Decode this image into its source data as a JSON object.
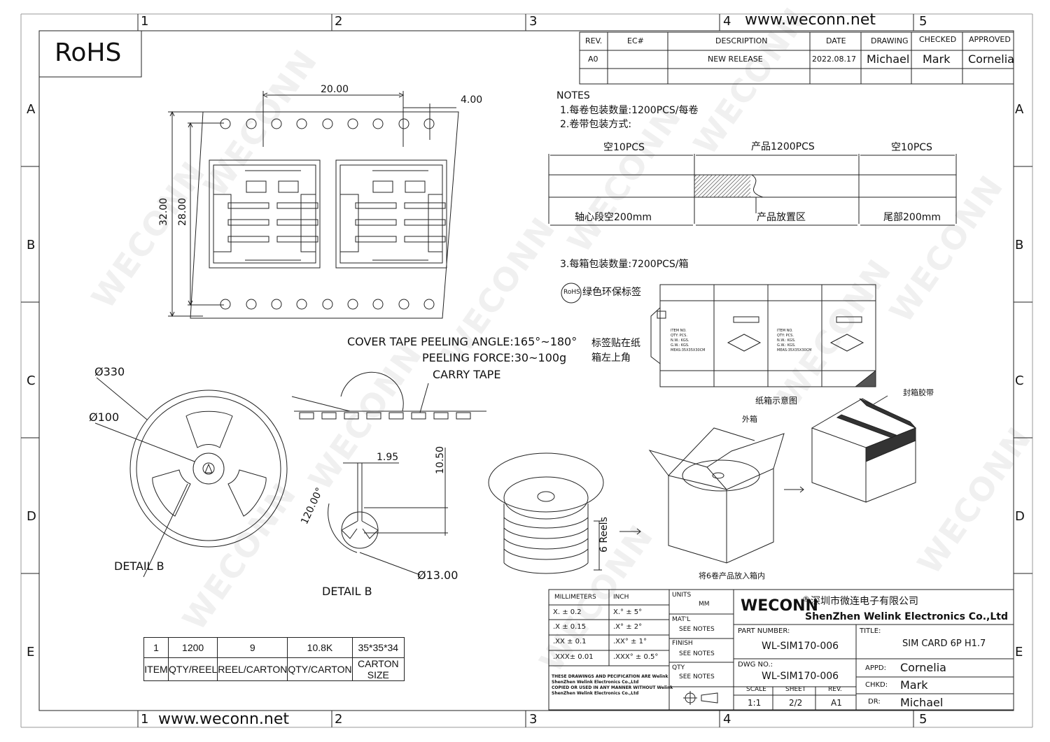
{
  "website": "www.weconn.net",
  "rohs": "RoHS",
  "watermark": "WECONN",
  "border": {
    "cols": [
      "1",
      "2",
      "3",
      "4",
      "5"
    ],
    "rows": [
      "A",
      "B",
      "C",
      "D",
      "E"
    ]
  },
  "revision_table": {
    "headers": [
      "REV.",
      "EC#",
      "DESCRIPTION",
      "DATE",
      "DRAWING",
      "CHECKED",
      "APPROVED"
    ],
    "row": [
      "A0",
      "",
      "NEW RELEASE",
      "2022.08.17",
      "Michael",
      "Mark",
      "Cornelia"
    ]
  },
  "tape": {
    "pitch": "20.00",
    "hole_pitch": "4.00",
    "width": "32.00",
    "inner_width": "28.00"
  },
  "notes": {
    "title": "NOTES",
    "n1": "1.每卷包装数量:1200PCS/每卷",
    "n2": "2.卷带包装方式:",
    "n3": "3.每箱包装数量:7200PCS/箱",
    "empty_left": "空10PCS",
    "product": "产品1200PCS",
    "empty_right": "空10PCS",
    "core": "轴心段空200mm",
    "product_area": "产品放置区",
    "tail": "尾部200mm",
    "rohs_small": "RoHS",
    "green_label": "绿色环保标签",
    "label_pos_1": "标签贴在纸",
    "label_pos_2": "箱左上角",
    "carton_title": "纸箱示意图",
    "outer_box": "外箱",
    "seal_tape": "封箱胶带",
    "six_reels_note": "将6卷产品放入箱内"
  },
  "carton_label": {
    "item": "ITEM NO.",
    "qty": "QTY:      PCS.",
    "nw": "N.W.:     KGS.",
    "gw": "G.W.:     KGS.",
    "meas": "MEAS:35X35X30CM"
  },
  "reel": {
    "d330": "Ø330",
    "d100": "Ø100",
    "detail": "DETAIL B",
    "peel_angle": "COVER TAPE PEELING ANGLE:165°~180°",
    "peel_force": "PEELING FORCE:30~100g",
    "carry_tape": "CARRY TAPE",
    "d195": "1.95",
    "d1050": "10.50",
    "angle": "120.00°",
    "d13": "Ø13.00",
    "detail_b": "DETAIL B",
    "six_reels": "6 Reels"
  },
  "packing_table": {
    "values": [
      "1",
      "1200",
      "9",
      "10.8K",
      "35*35*34"
    ],
    "headers": [
      "ITEM",
      "QTY/REEL",
      "REEL/CARTON",
      "QTY/CARTON",
      "CARTON SIZE"
    ]
  },
  "title_block": {
    "tol_headers": [
      "MILLIMETERS",
      "INCH"
    ],
    "tol_rows": [
      [
        "X.    ±  0.2",
        "X.°    ±  5°"
      ],
      [
        ".X    ± 0.15",
        ".X°    ± 2°"
      ],
      [
        ".XX  ± 0.1",
        ".XX°   ± 1°"
      ],
      [
        ".XXX± 0.01",
        ".XXX° ± 0.5°"
      ]
    ],
    "units_label": "UNITS",
    "units": "MM",
    "matl_label": "MAT'L",
    "matl": "SEE NOTES",
    "finish_label": "FINISH",
    "finish": "SEE NOTES",
    "qty_label": "QTY",
    "qty": "SEE NOTES",
    "disclaimer": [
      "THESE DRAWINGS AND PECIFICATION  ARE Welink",
      "ShenZhen Welink Electronics Co.,Ltd",
      " COPIED OR USED IN ANY MANNER WITHOUT Welink",
      "ShenZhen Welink Electronics Co.,Ltd"
    ],
    "logo": "WECONN",
    "reg": "®",
    "company_cn": "深圳市微连电子有限公司",
    "company_en": "ShenZhen Welink Electronics Co.,Ltd",
    "part_label": "PART NUMBER:",
    "part": "WL-SIM170-006",
    "title_label": "TITLE:",
    "title": "SIM CARD 6P H1.7",
    "dwg_label": "DWG NO.:",
    "dwg": "WL-SIM170-006",
    "scale_label": "SCALE",
    "scale": "1:1",
    "sheet_label": "SHEET",
    "sheet": "2/2",
    "rev_label": "REV.",
    "rev": "A1",
    "appd_label": "APPD:",
    "appd": "Cornelia",
    "chkd_label": "CHKD:",
    "chkd": "Mark",
    "dr_label": "DR:",
    "dr": "Michael"
  }
}
